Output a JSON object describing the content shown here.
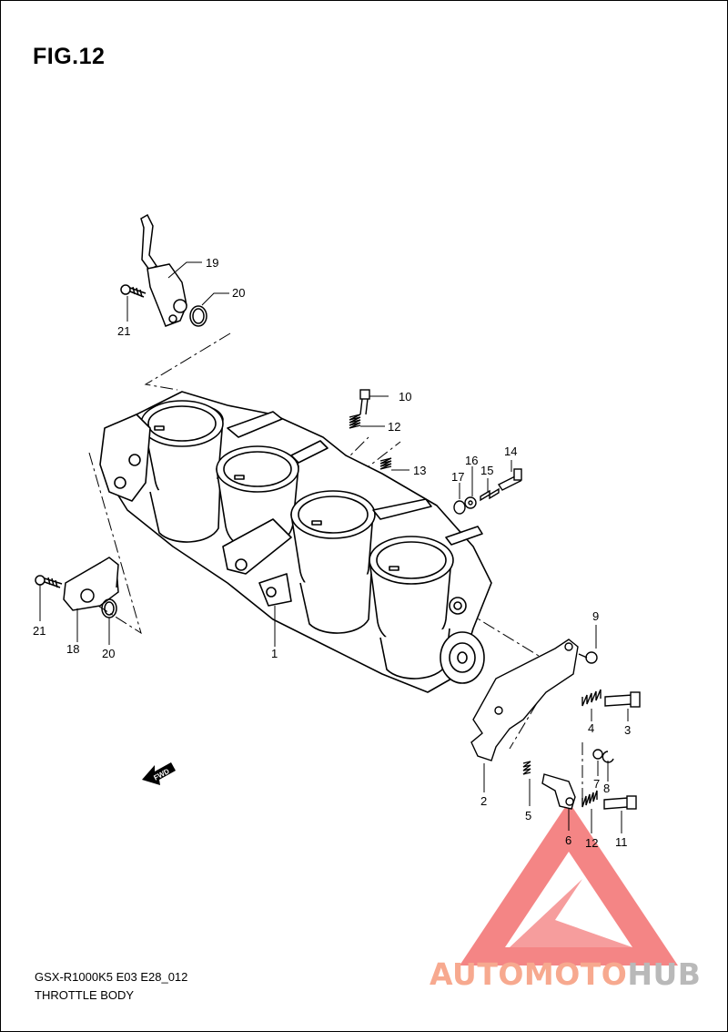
{
  "figure": {
    "title": "FIG.12"
  },
  "footer": {
    "model": "GSX-R1000K5  E03  E28_012",
    "name": "THROTTLE BODY"
  },
  "fwd_label": "FWD",
  "callouts": [
    {
      "id": "1",
      "part": "throttle-body"
    },
    {
      "id": "2",
      "part": "bracket"
    },
    {
      "id": "3",
      "part": "screw"
    },
    {
      "id": "4",
      "part": "spring"
    },
    {
      "id": "5",
      "part": "spring"
    },
    {
      "id": "6",
      "part": "lever"
    },
    {
      "id": "7",
      "part": "washer"
    },
    {
      "id": "8",
      "part": "clip"
    },
    {
      "id": "9",
      "part": "screw"
    },
    {
      "id": "10",
      "part": "screw"
    },
    {
      "id": "11",
      "part": "screw"
    },
    {
      "id": "12",
      "part": "spring"
    },
    {
      "id": "12",
      "part": "spring"
    },
    {
      "id": "13",
      "part": "spring"
    },
    {
      "id": "14",
      "part": "screw"
    },
    {
      "id": "15",
      "part": "spring"
    },
    {
      "id": "16",
      "part": "washer"
    },
    {
      "id": "17",
      "part": "o-ring"
    },
    {
      "id": "18",
      "part": "sensor"
    },
    {
      "id": "19",
      "part": "sensor"
    },
    {
      "id": "20",
      "part": "o-ring"
    },
    {
      "id": "20",
      "part": "o-ring"
    },
    {
      "id": "21",
      "part": "screw"
    },
    {
      "id": "21",
      "part": "screw"
    }
  ],
  "watermark": {
    "part1": "AUTOMOTO",
    "part2": "HUB",
    "color1": "#f7a98f",
    "color2": "#b9b9b9",
    "logo_color": "#f05252"
  }
}
